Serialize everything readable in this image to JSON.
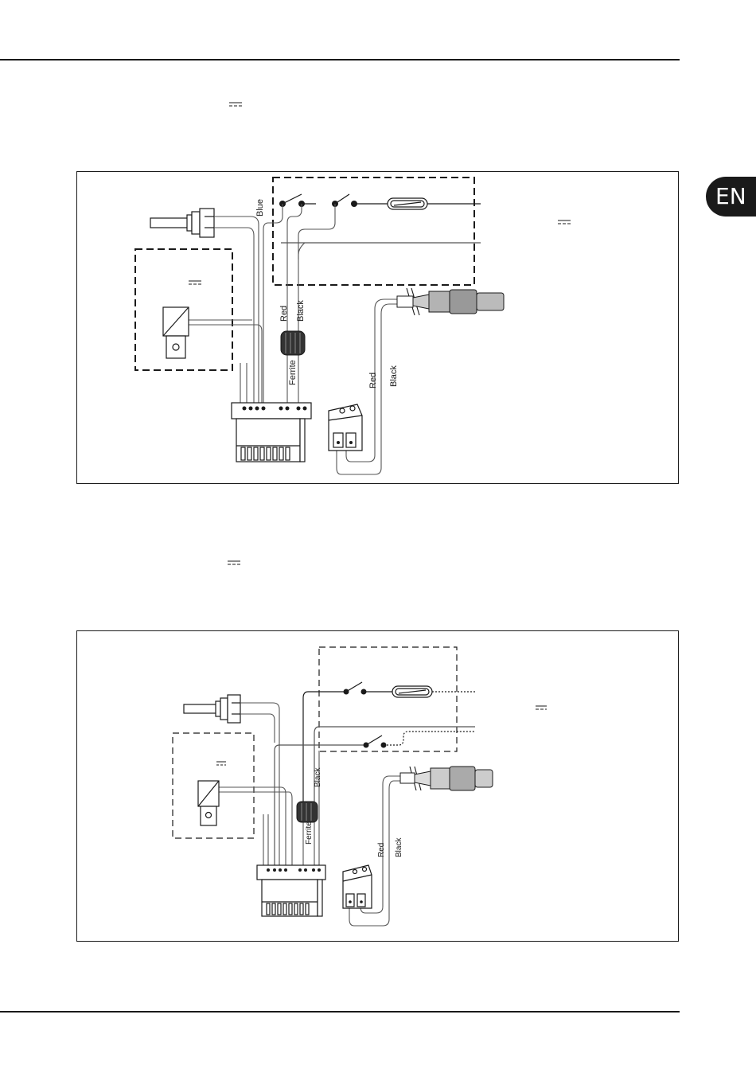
{
  "page": {
    "language_tab": "EN"
  },
  "colors": {
    "ink": "#1a1a1a",
    "wire": "#555555",
    "tab_background": "#1a1a1a",
    "tab_text": "#ffffff",
    "connector_grey": "#b3b3b3"
  },
  "symbols": [
    "dc-voltage-icon"
  ],
  "diagram_1": {
    "labels": {
      "blue": "Blue",
      "red_upper": "Red",
      "black_upper": "Black",
      "ferrite": "Ferrite",
      "red_lower": "Red",
      "black_lower": "Black"
    }
  },
  "diagram_2": {
    "labels": {
      "black_upper": "Black",
      "ferrite": "Ferrite",
      "red_lower": "Red",
      "black_lower": "Black"
    }
  }
}
